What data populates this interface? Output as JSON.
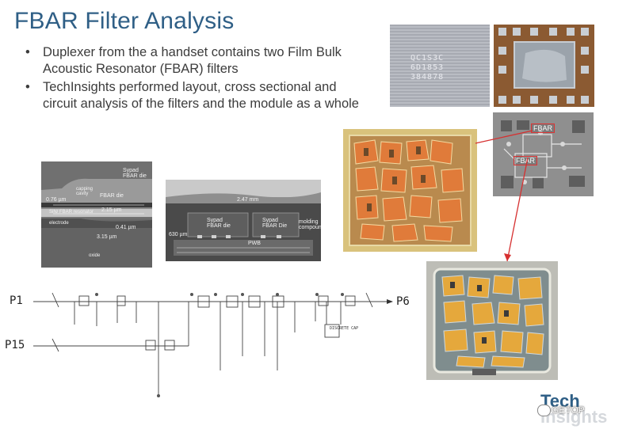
{
  "slide": {
    "title": "FBAR Filter Analysis",
    "bullets": [
      "Duplexer from the a handset contains two Film Bulk Acoustic Resonator (FBAR) filters",
      "TechInsights performed layout, cross sectional and circuit analysis of the filters and the module as a whole"
    ]
  },
  "images": {
    "chip_marking_lines": [
      "QC1S3C",
      "6D1853",
      "384878"
    ],
    "xray_labels": [
      "FBAR",
      "FBAR"
    ],
    "sem_labels": {
      "top_layer": "Sypad\nFBAR die",
      "die_label": "FBAR die",
      "dim_a": "0.76 µm",
      "dim_b": "2.15 µm",
      "dim_c": "0.41 µm",
      "dim_d": "3.15 µm",
      "layer1": "capping\ncavity",
      "layer2": "SiN/ FBAR resonator",
      "layer3": "electrode",
      "substrate": "oxide"
    },
    "cross_section_labels": {
      "dim_top": "2.47 mm",
      "dim_left": "630 µm",
      "left_die": "Sypad\nFBAR die",
      "right_die": "Sypad\nFBAR Die",
      "compound": "molding\ncompound",
      "pwb": "PWB"
    }
  },
  "schematic": {
    "ports": [
      "P1",
      "P15",
      "P6"
    ],
    "discrete_label": "DISCRETE\nCAP"
  },
  "branding": {
    "logo_top": "Tech",
    "logo_bottom": "Insights",
    "watermark": "GETOP"
  }
}
